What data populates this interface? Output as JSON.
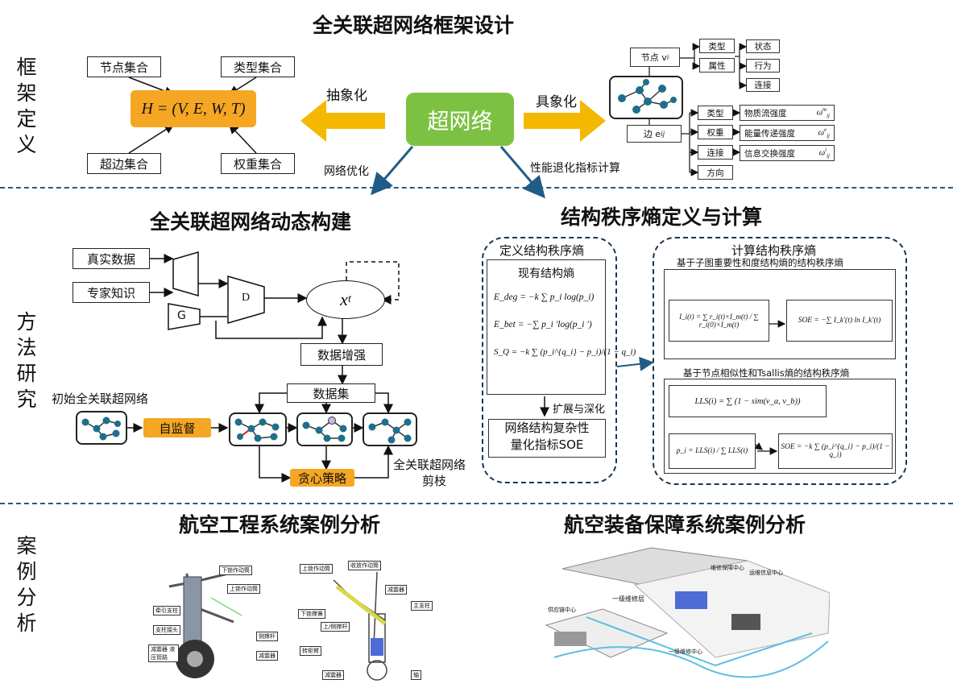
{
  "titles": {
    "framework": "全关联超网络框架设计",
    "dynamic": "全关联超网络动态构建",
    "entropy": "结构秩序熵定义与计算",
    "case1": "航空工程系统案例分析",
    "case2": "航空装备保障系统案例分析"
  },
  "side_labels": {
    "s1": [
      "框",
      "架",
      "定",
      "义"
    ],
    "s2": [
      "方",
      "法",
      "研",
      "究"
    ],
    "s3": [
      "案",
      "例",
      "分",
      "析"
    ]
  },
  "framework": {
    "node_set": "节点集合",
    "type_set": "类型集合",
    "edge_set": "超边集合",
    "weight_set": "权重集合",
    "formula": "H = (V, E, W, T)",
    "abstract": "抽象化",
    "concrete": "具象化",
    "hypernetwork": "超网络",
    "optimize": "网络优化",
    "degradation": "性能退化指标计算"
  },
  "concrete_tree": {
    "node_label": "节点 v",
    "node_sub": "i",
    "edge_label": "边 e",
    "edge_sub": "ij",
    "node_children": [
      "类型",
      "属性"
    ],
    "node_leaves": [
      "状态",
      "行为",
      "连接"
    ],
    "edge_children": [
      "类型",
      "权重",
      "连接",
      "方向"
    ],
    "edge_leaves": [
      "物质流强度",
      "能量传递强度",
      "信息交换强度"
    ],
    "edge_leaf_syms": [
      "ω",
      "ω",
      "ω"
    ],
    "edge_leaf_sups": [
      "m",
      "e",
      "i"
    ],
    "edge_leaf_subs": [
      "ij",
      "ij",
      "ij"
    ]
  },
  "dynamic": {
    "real_data": "真实数据",
    "expert": "专家知识",
    "G": "G",
    "D": "D",
    "xt": "x",
    "xt_sub": "t",
    "augment": "数据增强",
    "dataset": "数据集",
    "initial": "初始全关联超网络",
    "selfsup": "自监督",
    "greedy": "贪心策略",
    "prune_line1": "全关联超网络",
    "prune_line2": "剪枝"
  },
  "entropy": {
    "define_title": "定义结构秩序熵",
    "existing": "现有结构熵",
    "formula1": "E_deg = −k ∑ p_i log(p_i)",
    "formula2": "E_bet = −∑ p_i ′log(p_i ′)",
    "formula3": "S_Q = −k ∑ (p_i^{q_i} − p_i)/(1 − q_i)",
    "expand": "扩展与深化",
    "soe_box_1": "网络结构复杂性",
    "soe_box_2": "量化指标SOE",
    "compute_title": "计算结构秩序熵",
    "method1": "基于子图重要性和度结构熵的结构秩序熵",
    "method2": "基于节点相似性和Tsallis熵的结构秩序熵",
    "f_I": "I_i(t) = ∑ r_i(t)×I_m(t) / ∑ r_i(0)×I_m(t)",
    "f_SOE1": "SOE = −∑ I_k′(t) ln I_k′(t)",
    "f_LLS": "LLS(i) = ∑ (1 − sim(v_a, v_b))",
    "f_p": "p_i = LLS(i) / ∑ LLS(t)",
    "f_SOE2": "SOE = −k ∑ (p_i^{q_i} − p_i)/(1 − q_i)"
  },
  "case1_labels": [
    "下锁作动筒",
    "上锁作动筒",
    "牵引支柱",
    "支柱接头",
    "侧撑杆",
    "减震器",
    "减震器 液压管路",
    "上锁作动筒",
    "收放作动筒",
    "减震器",
    "主支柱",
    "下锁撑簧",
    "上/侧撑杆",
    "转矩臂",
    "减震器",
    "轴"
  ],
  "case2_labels": [
    "一级维修层",
    "供应链中心",
    "维修保障中心",
    "运维信息中心",
    "一级维修中心"
  ],
  "colors": {
    "accent_orange": "#f5a623",
    "accent_green": "#7dc142",
    "dash_blue": "#1f5c86",
    "arrow_blue": "#1f5c86"
  }
}
